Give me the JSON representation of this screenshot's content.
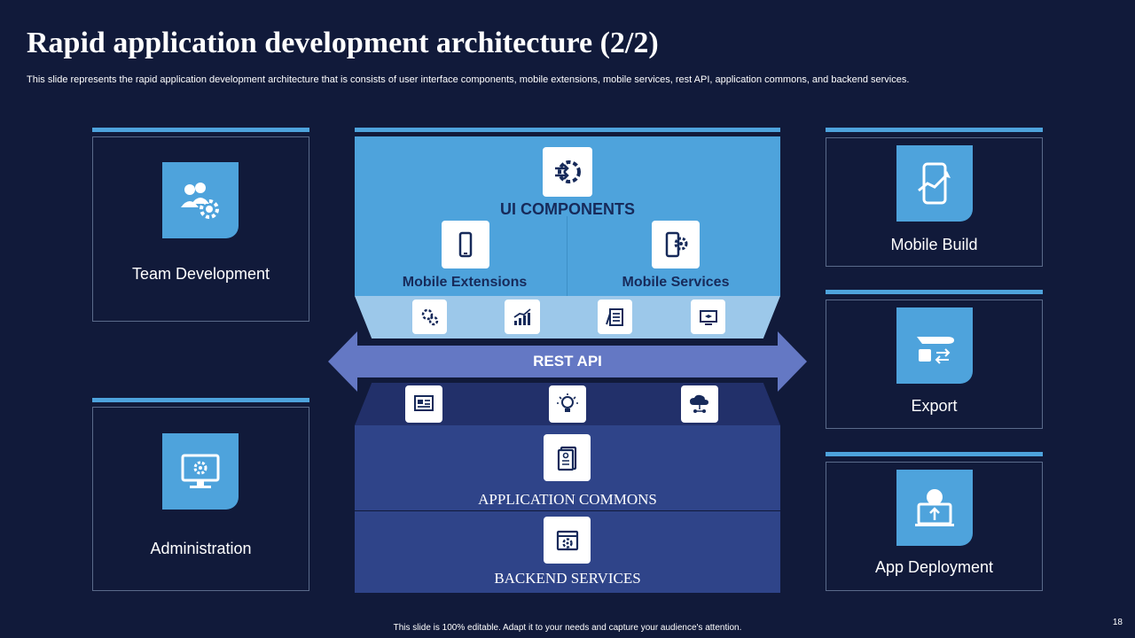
{
  "slide": {
    "title": "Rapid application development architecture (2/2)",
    "subtitle": "This slide represents the rapid application development architecture that is consists of user interface components, mobile extensions, mobile services, rest API,  application commons, and backend services.",
    "footer": "This slide is 100% editable.  Adapt it to your needs and capture your audience's attention.",
    "page_number": "18"
  },
  "left_cards": [
    {
      "label": "Team Development",
      "icon": "team-gear-icon"
    },
    {
      "label": "Administration",
      "icon": "monitor-gear-icon"
    }
  ],
  "right_cards": [
    {
      "label": "Mobile Build",
      "icon": "mobile-chart-icon"
    },
    {
      "label": "Export",
      "icon": "airplane-export-icon"
    },
    {
      "label": "App Deployment",
      "icon": "laptop-deploy-icon"
    }
  ],
  "center": {
    "ui_components": "UI COMPONENTS",
    "mobile_extensions": "Mobile Extensions",
    "mobile_services": "Mobile Services",
    "rest_api": "REST API",
    "application_commons": "APPLICATION COMMONS",
    "backend_services": "BACKEND SERVICES"
  },
  "icons": {
    "ui_components": "gear-arrow-icon",
    "mobile_extensions": "smartphone-icon",
    "mobile_services": "phone-gear-icon",
    "top_strip": [
      "gears-icon",
      "growth-chart-icon",
      "checklist-icon",
      "monitor-cap-icon"
    ],
    "bottom_strip": [
      "dashboard-icon",
      "lightbulb-icon",
      "cloud-network-icon"
    ],
    "application_commons": "document-icon",
    "backend_services": "browser-gear-icon"
  },
  "colors": {
    "background": "#111a3a",
    "accent": "#4ea3dc",
    "arrow": "#6478c4",
    "light_band": "#9cc8ea",
    "dark_block": "#2f4489"
  }
}
